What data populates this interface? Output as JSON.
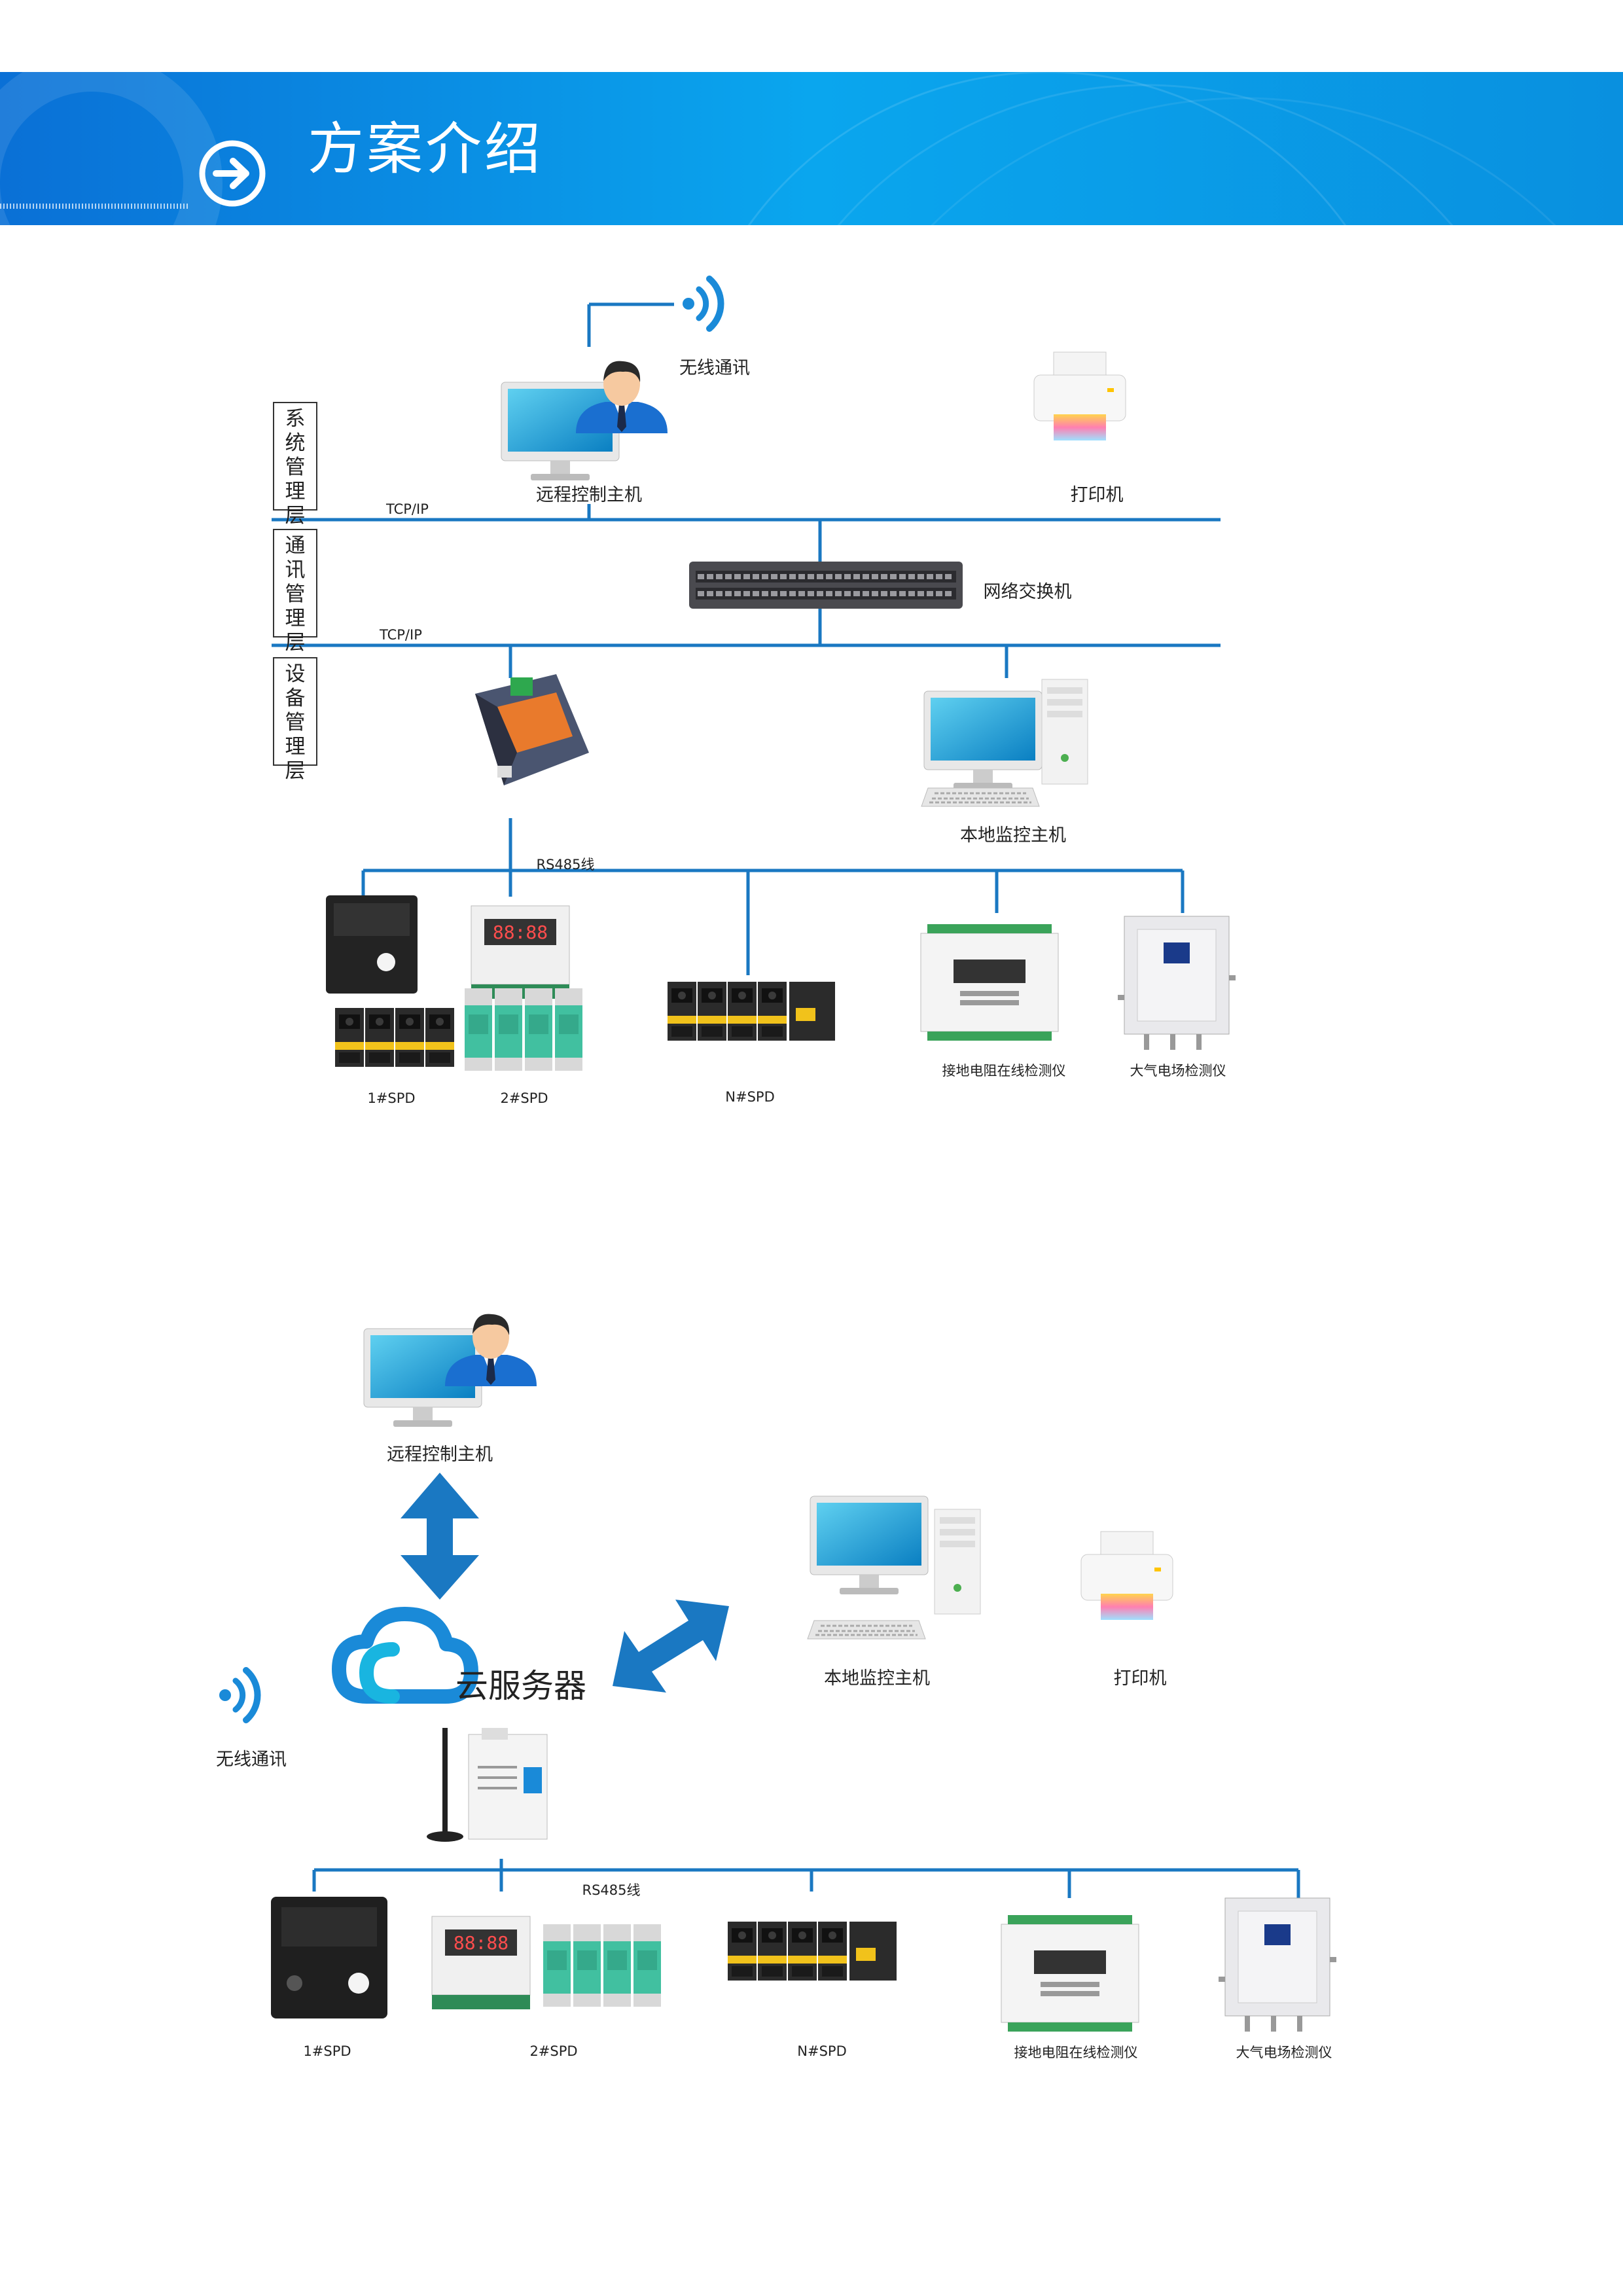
{
  "header": {
    "title": "方案介绍",
    "bg_color_start": "#0a70d6",
    "bg_color_end": "#0aa6ee",
    "icon": "arrow-circle-right-icon"
  },
  "diagram1": {
    "layers": [
      "系统管理层",
      "通讯管理层",
      "设备管理层"
    ],
    "tcp_ip_top": "TCP/IP",
    "tcp_ip_bottom": "TCP/IP",
    "wireless": "无线通讯",
    "remote_host": "远程控制主机",
    "printer": "打印机",
    "switch": "网络交换机",
    "local_host": "本地监控主机",
    "rs485": "RS485线",
    "devices": [
      "1#SPD",
      "2#SPD",
      "N#SPD",
      "接地电阻在线检测仪",
      "大气电场检测仪"
    ]
  },
  "diagram2": {
    "remote_host": "远程控制主机",
    "cloud": "云服务器",
    "wireless": "无线通讯",
    "local_host": "本地监控主机",
    "printer": "打印机",
    "rs485": "RS485线",
    "devices": [
      "1#SPD",
      "2#SPD",
      "N#SPD",
      "接地电阻在线检测仪",
      "大气电场检测仪"
    ]
  },
  "colors": {
    "line": "#1a78c2",
    "accent": "#1a8ad8",
    "text": "#222222"
  }
}
